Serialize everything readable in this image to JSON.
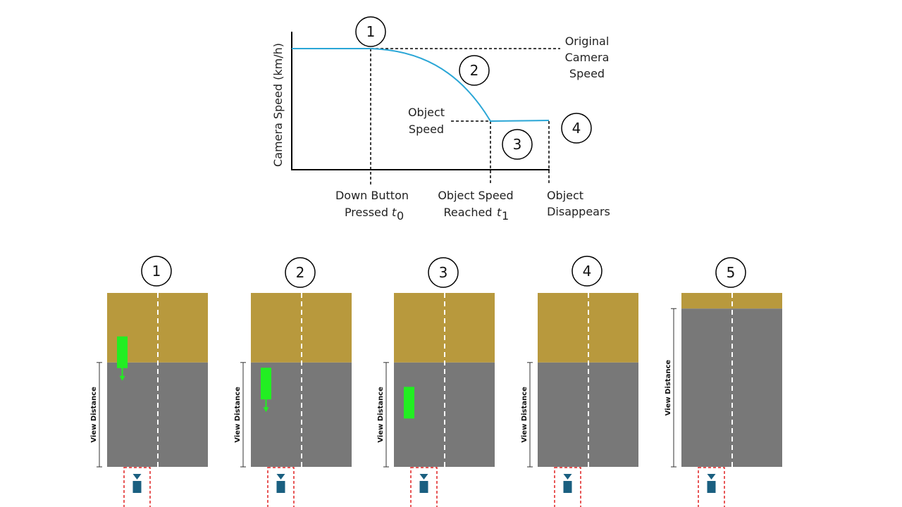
{
  "chart": {
    "ylabel": "Camera Speed (km/h)",
    "labels": {
      "original_speed": [
        "Original",
        "Camera",
        "Speed"
      ],
      "object_speed": [
        "Object",
        "Speed"
      ],
      "t0": [
        "Down Button",
        "Pressed"
      ],
      "t0_symbol": "t",
      "t0_sub": "0",
      "t1": [
        "Object Speed",
        "Reached"
      ],
      "t1_symbol": "t",
      "t1_sub": "1",
      "disappear": [
        "Object",
        "Disappears"
      ]
    },
    "phases": [
      "1",
      "2",
      "3",
      "4"
    ],
    "curve_color": "#2aa6d6"
  },
  "panels": [
    {
      "number": "1",
      "road_top_fraction": 0.4,
      "object": {
        "present": true,
        "arrow": true,
        "y_fraction": 0.25
      }
    },
    {
      "number": "2",
      "road_top_fraction": 0.4,
      "object": {
        "present": true,
        "arrow": true,
        "y_fraction": 0.43
      }
    },
    {
      "number": "3",
      "road_top_fraction": 0.4,
      "object": {
        "present": true,
        "arrow": false,
        "y_fraction": 0.54
      }
    },
    {
      "number": "4",
      "road_top_fraction": 0.4,
      "object": {
        "present": false,
        "arrow": false,
        "y_fraction": 0
      }
    },
    {
      "number": "5",
      "road_top_fraction": 0.09,
      "object": {
        "present": false,
        "arrow": false,
        "y_fraction": 0
      }
    }
  ],
  "view_distance_label": "View Distance",
  "colors": {
    "ground": "#b8993d",
    "road": "#787878",
    "object": "#22ee22",
    "camera": "#1a5f80",
    "fov": "#e02020"
  }
}
